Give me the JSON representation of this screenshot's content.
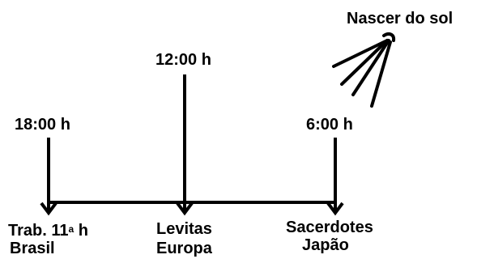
{
  "diagram": {
    "sunrise_label": "Nascer do sol",
    "markers": [
      {
        "time": "18:00 h",
        "label_line1_prefix": "Trab. 11",
        "label_line1_sup": "a",
        "label_line1_suffix": " h",
        "label_line2": "Brasil"
      },
      {
        "time": "12:00 h",
        "label_line1": "Levitas",
        "label_line2": "Europa"
      },
      {
        "time": "6:00 h",
        "label_line1": "Sacerdotes",
        "label_line2": "Japão"
      }
    ],
    "colors": {
      "stroke": "#000000",
      "background": "#ffffff"
    },
    "icons": [
      "sun-rays-icon",
      "arrow-down-icon"
    ]
  }
}
